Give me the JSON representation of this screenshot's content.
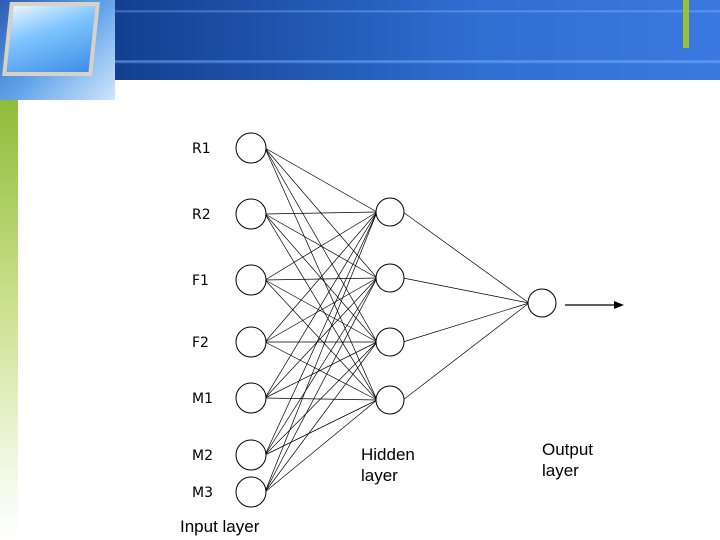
{
  "diagram": {
    "input_nodes": [
      "R1",
      "R2",
      "F1",
      "F2",
      "M1",
      "M2",
      "M3"
    ],
    "hidden_node_count": 4,
    "output_node_count": 1,
    "captions": {
      "input": "Input layer",
      "hidden": [
        "Hidden",
        "layer"
      ],
      "output": [
        "Output",
        "layer"
      ]
    }
  },
  "colors": {
    "header": "#2a66c8",
    "accent": "#9cbf3a",
    "left_band": "#8fbc3a"
  }
}
